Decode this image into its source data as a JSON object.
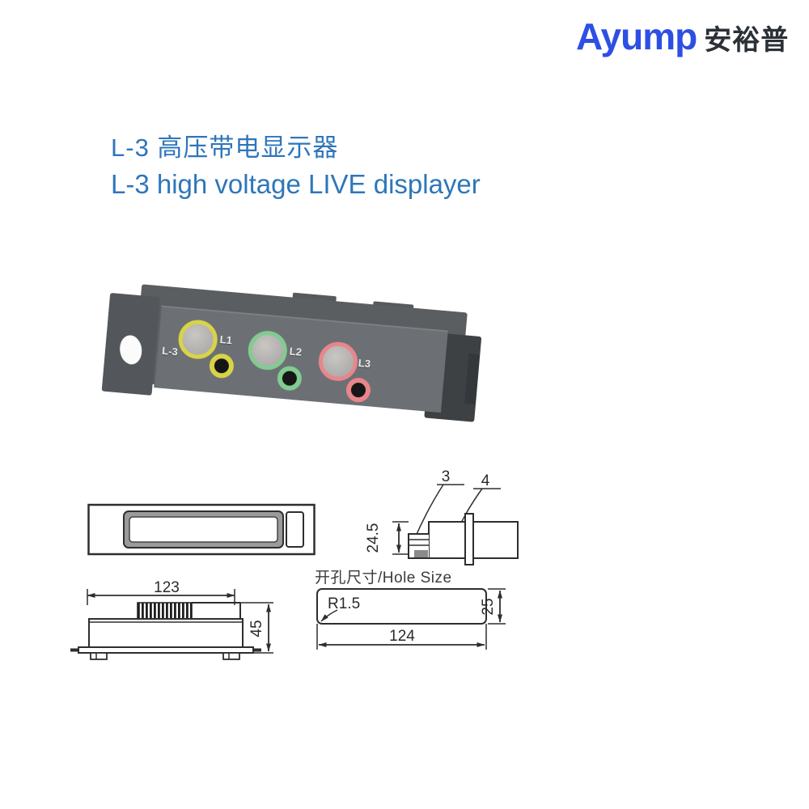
{
  "logo": {
    "brand": "Ayump",
    "brand_cn": "安裕普",
    "brand_color": "#2e4fe3",
    "cn_color": "#2c3137"
  },
  "title": {
    "line1": "L-3 高压带电显示器",
    "line2": "L-3 high voltage LIVE displayer",
    "color": "#2e76ba"
  },
  "product": {
    "panel_label": "L-3",
    "lamps": [
      {
        "label": "L1",
        "ring_color": "#d8d447"
      },
      {
        "label": "L2",
        "ring_color": "#82cb91"
      },
      {
        "label": "L3",
        "ring_color": "#e8868c"
      }
    ],
    "face_color": "#6c7074",
    "frame_color": "#5a5e61",
    "rear_color": "#3e4144"
  },
  "drawings": {
    "front_view": {
      "width_dim": "123",
      "height_dim": "45"
    },
    "side_view": {
      "item_3_label": "3",
      "item_4_label": "4",
      "height_dim": "24.5"
    },
    "hole_size": {
      "caption": "开孔尺寸/Hole Size",
      "corner_radius": "R1.5",
      "width_dim": "124",
      "height_dim": "25"
    }
  }
}
